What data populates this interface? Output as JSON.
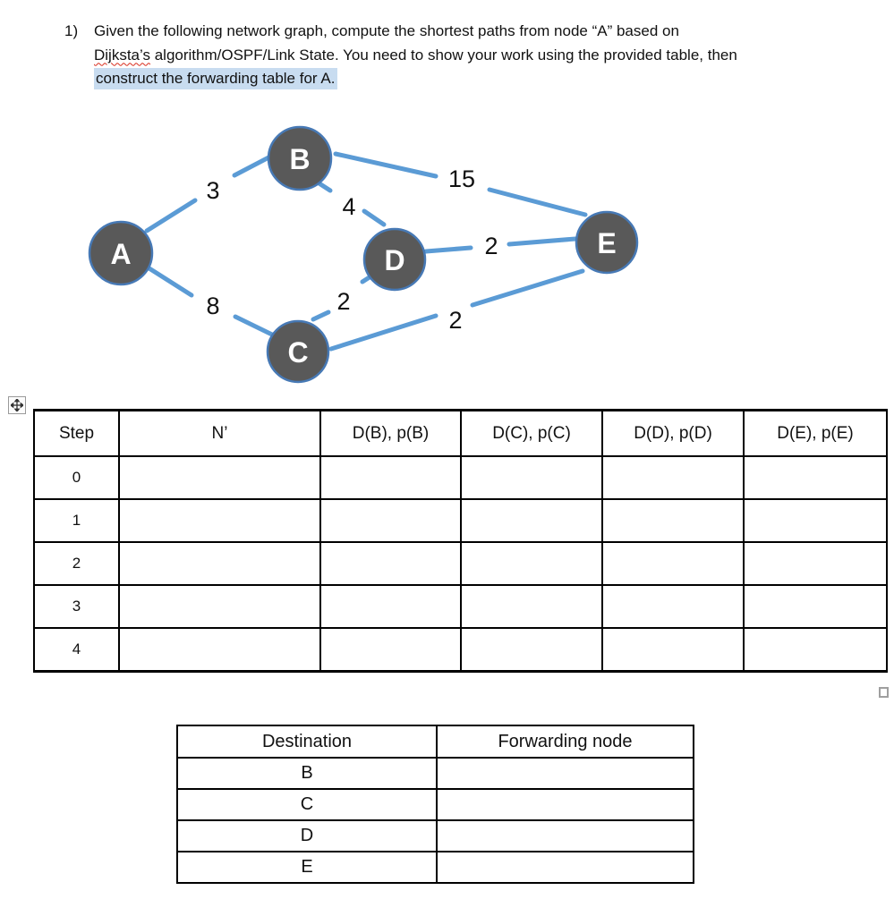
{
  "question": {
    "number": "1)",
    "line1": "Given the following network graph, compute the shortest paths from node “A” based on",
    "misspelled_word": "Dijksta’s",
    "line2_rest": " algorithm/OSPF/Link State. You need to show your work using the provided table, then",
    "highlighted": "construct the forwarding table for A.",
    "highlight_color": "#c8dcf0",
    "squiggle_color": "#d92b1c"
  },
  "graph": {
    "node_fill_color": "#595959",
    "node_border_color": "#4779b5",
    "edge_color": "#5b9bd5",
    "nodes": [
      {
        "id": "A"
      },
      {
        "id": "B"
      },
      {
        "id": "C"
      },
      {
        "id": "D"
      },
      {
        "id": "E"
      }
    ],
    "edges": [
      {
        "from": "A",
        "to": "B",
        "weight": "3"
      },
      {
        "from": "A",
        "to": "C",
        "weight": "8"
      },
      {
        "from": "B",
        "to": "D",
        "weight": "4"
      },
      {
        "from": "B",
        "to": "E",
        "weight": "15"
      },
      {
        "from": "C",
        "to": "D",
        "weight": "2"
      },
      {
        "from": "D",
        "to": "E",
        "weight": "2"
      },
      {
        "from": "C",
        "to": "E",
        "weight": "2"
      }
    ]
  },
  "dijkstra_table": {
    "headers": [
      "Step",
      "N’",
      "D(B), p(B)",
      "D(C), p(C)",
      "D(D), p(D)",
      "D(E), p(E)"
    ],
    "rows": [
      {
        "step": "0"
      },
      {
        "step": "1"
      },
      {
        "step": "2"
      },
      {
        "step": "3"
      },
      {
        "step": "4"
      }
    ]
  },
  "forwarding_table": {
    "headers": [
      "Destination",
      "Forwarding node"
    ],
    "rows": [
      {
        "destination": "B"
      },
      {
        "destination": "C"
      },
      {
        "destination": "D"
      },
      {
        "destination": "E"
      }
    ]
  },
  "icons": {
    "move_handle": "four-way-move-arrow",
    "resize_handle": "table-resize-square"
  }
}
